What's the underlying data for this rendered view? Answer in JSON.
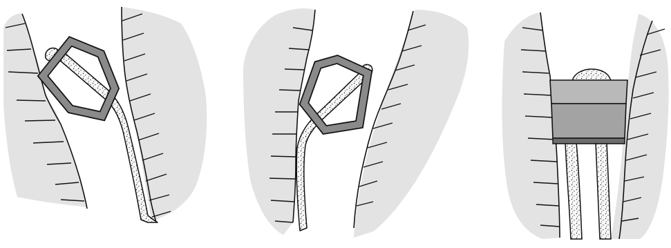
{
  "figure": {
    "panels": [
      {
        "id": "panel-1",
        "device": "hexagonal-chock",
        "orientation": "tilted-left"
      },
      {
        "id": "panel-2",
        "device": "hexagonal-chock",
        "orientation": "tilted-right"
      },
      {
        "id": "panel-3",
        "device": "wedge-chock",
        "orientation": "end-on"
      }
    ],
    "colors": {
      "rock": "#e3e3e3",
      "line": "#111111",
      "chock-frame": "#8a8a8a",
      "wedge-top": "#b9b9b9",
      "wedge-bottom": "#a3a3a3",
      "wedge-base": "#6d6d6d",
      "cable-fill": "#f7f7f7"
    }
  }
}
